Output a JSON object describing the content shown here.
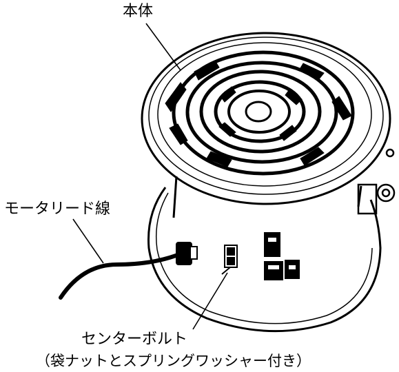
{
  "labels": {
    "body": "本体",
    "motor_lead": "モータリード線",
    "center_bolt": "センターボルト",
    "center_bolt_note": "（袋ナットとスプリングワッシャー付き）"
  }
}
